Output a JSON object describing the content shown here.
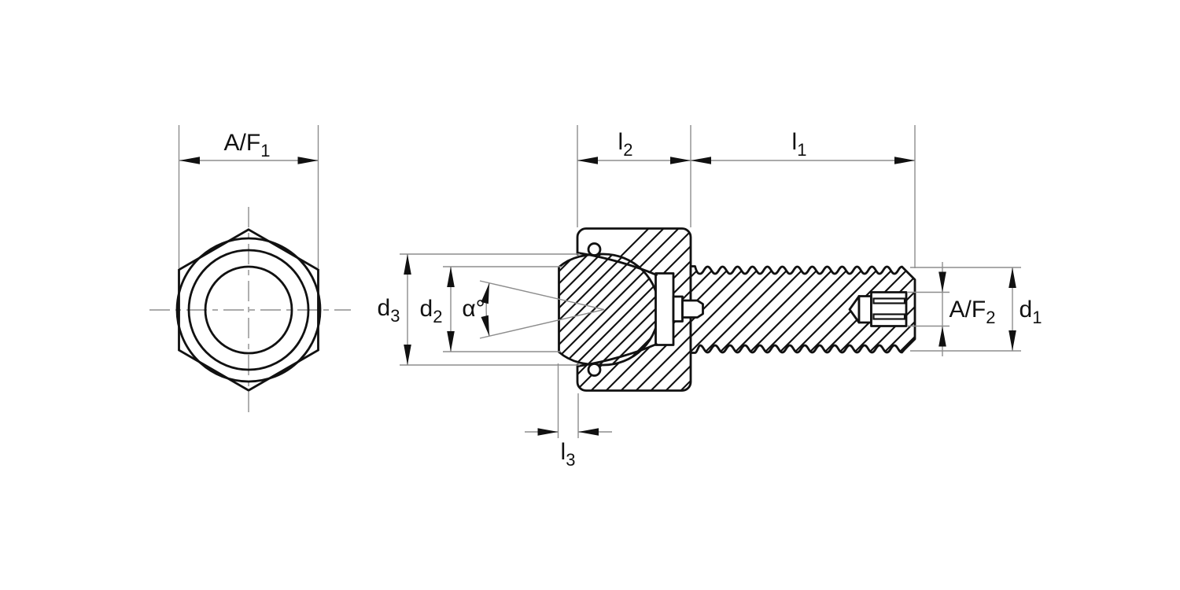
{
  "colors": {
    "ink": "#111111",
    "dimension_line": "#8d8d8d",
    "background": "#ffffff"
  },
  "labels": {
    "af1": {
      "base": "A/F",
      "sub": "1"
    },
    "l2": {
      "base": "l",
      "sub": "2"
    },
    "l1": {
      "base": "l",
      "sub": "1"
    },
    "d3": {
      "base": "d",
      "sub": "3"
    },
    "d2": {
      "base": "d",
      "sub": "2"
    },
    "alpha": {
      "base": "α",
      "sup": "°"
    },
    "af2": {
      "base": "A/F",
      "sub": "2"
    },
    "d1": {
      "base": "d",
      "sub": "1"
    },
    "l3": {
      "base": "l",
      "sub": "3"
    }
  }
}
